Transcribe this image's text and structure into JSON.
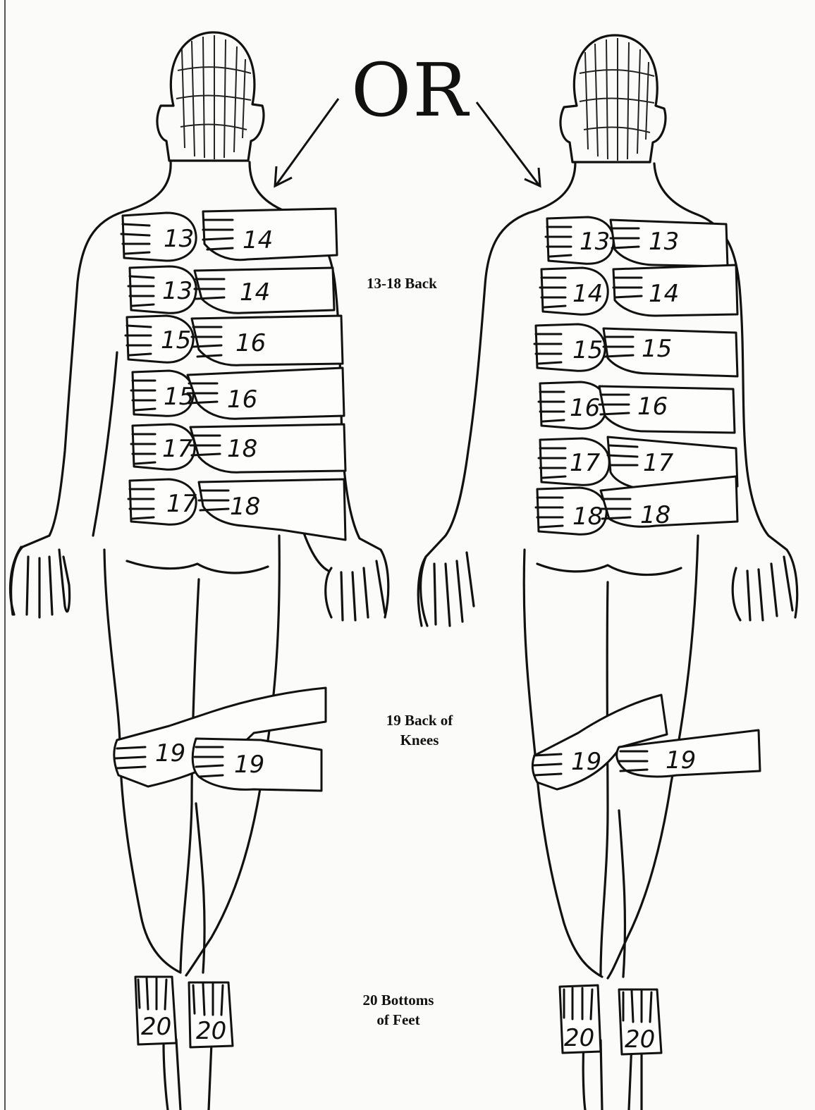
{
  "title": "OR",
  "captions": {
    "back": "13-18 Back",
    "knees_line1": "19 Back of",
    "knees_line2": "Knees",
    "feet_line1": "20 Bottoms",
    "feet_line2": "of Feet"
  },
  "figures": [
    {
      "id": "left",
      "hand_numbers": [
        "13",
        "14",
        "13",
        "14",
        "15",
        "16",
        "15",
        "16",
        "17",
        "18",
        "17",
        "18",
        "19",
        "19",
        "20",
        "20"
      ]
    },
    {
      "id": "right",
      "hand_numbers": [
        "13",
        "13",
        "14",
        "14",
        "15",
        "15",
        "16",
        "16",
        "17",
        "17",
        "18",
        "18",
        "19",
        "19",
        "20",
        "20"
      ]
    }
  ]
}
